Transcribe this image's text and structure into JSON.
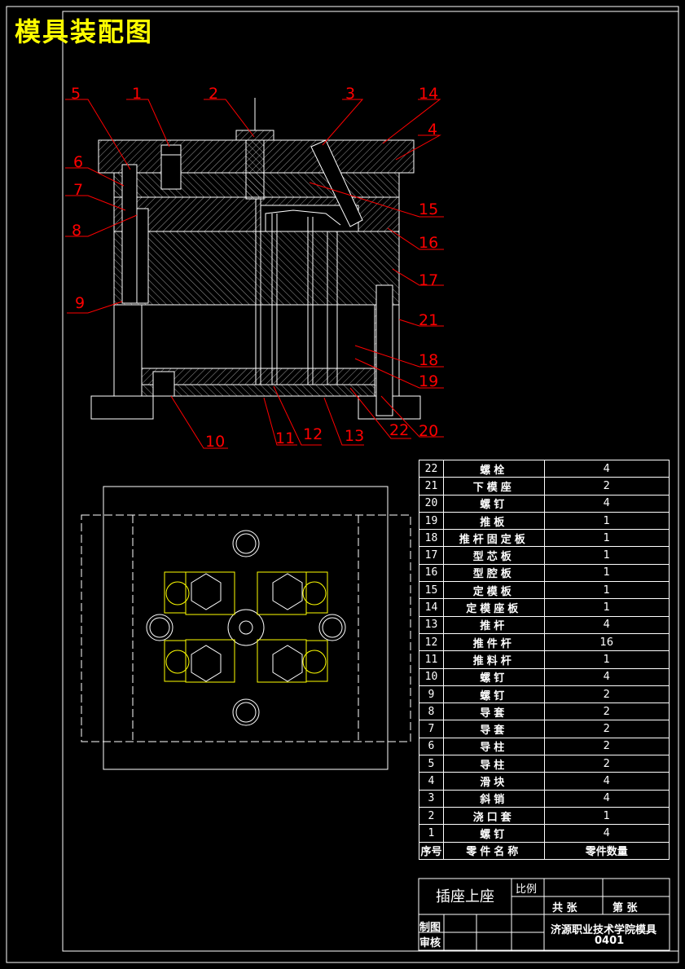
{
  "title": "模具装配图",
  "callouts": {
    "c1": "1",
    "c2": "2",
    "c3": "3",
    "c4": "4",
    "c5": "5",
    "c6": "6",
    "c7": "7",
    "c8": "8",
    "c9": "9",
    "c10": "10",
    "c11": "11",
    "c12": "12",
    "c13": "13",
    "c14": "14",
    "c15": "15",
    "c16": "16",
    "c17": "17",
    "c18": "18",
    "c19": "19",
    "c20": "20",
    "c21": "21",
    "c22": "22"
  },
  "bom": {
    "rows": [
      {
        "no": "22",
        "name": "螺栓",
        "qty": "4"
      },
      {
        "no": "21",
        "name": "下模座",
        "qty": "2"
      },
      {
        "no": "20",
        "name": "螺钉",
        "qty": "4"
      },
      {
        "no": "19",
        "name": "推板",
        "qty": "1"
      },
      {
        "no": "18",
        "name": "推杆固定板",
        "qty": "1"
      },
      {
        "no": "17",
        "name": "型芯板",
        "qty": "1"
      },
      {
        "no": "16",
        "name": "型腔板",
        "qty": "1"
      },
      {
        "no": "15",
        "name": "定模板",
        "qty": "1"
      },
      {
        "no": "14",
        "name": "定模座板",
        "qty": "1"
      },
      {
        "no": "13",
        "name": "推杆",
        "qty": "4"
      },
      {
        "no": "12",
        "name": "推件杆",
        "qty": "16"
      },
      {
        "no": "11",
        "name": "推料杆",
        "qty": "1"
      },
      {
        "no": "10",
        "name": "螺钉",
        "qty": "4"
      },
      {
        "no": "9",
        "name": "螺钉",
        "qty": "2"
      },
      {
        "no": "8",
        "name": "导套",
        "qty": "2"
      },
      {
        "no": "7",
        "name": "导套",
        "qty": "2"
      },
      {
        "no": "6",
        "name": "导柱",
        "qty": "2"
      },
      {
        "no": "5",
        "name": "导柱",
        "qty": "2"
      },
      {
        "no": "4",
        "name": "滑块",
        "qty": "4"
      },
      {
        "no": "3",
        "name": "斜销",
        "qty": "4"
      },
      {
        "no": "2",
        "name": "浇口套",
        "qty": "1"
      },
      {
        "no": "1",
        "name": "螺钉",
        "qty": "4"
      }
    ],
    "header": {
      "no": "序号",
      "name": "零件名称",
      "qty": "零件数量"
    }
  },
  "title_block": {
    "part_name": "插座上座",
    "scale_label": "比例",
    "total_sheets": "共 张",
    "sheet_no": "第 张",
    "drawn_by": "制图",
    "checked_by": "审核",
    "school": "济源职业技术学院模具",
    "code": "0401"
  },
  "colors": {
    "line": "#ffffff",
    "leader": "#ff0000",
    "part_outline": "#ffff00",
    "background": "#000000"
  }
}
